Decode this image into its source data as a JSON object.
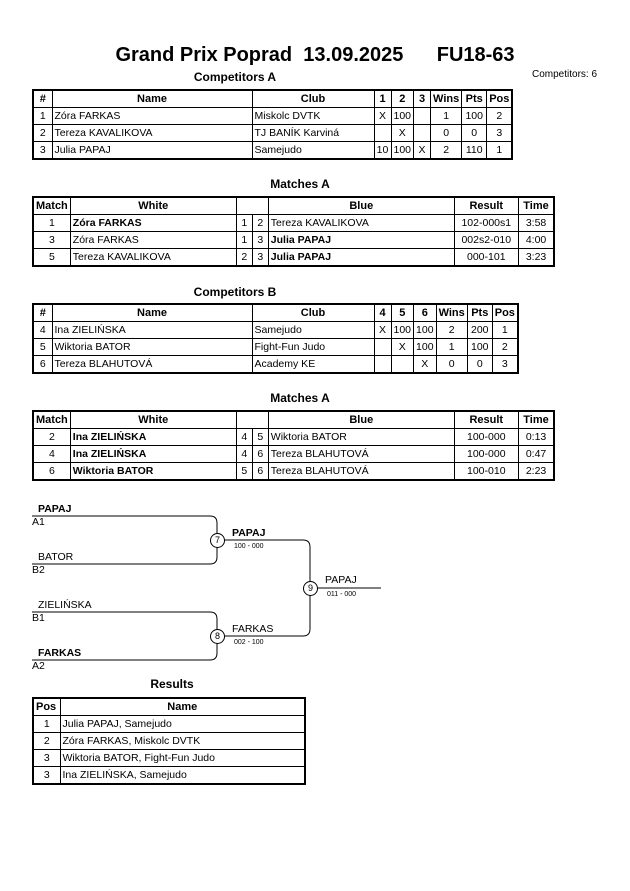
{
  "header": {
    "event": "Grand Prix Poprad",
    "date": "13.09.2025",
    "category": "FU18-63",
    "competitors_count": "Competitors: 6"
  },
  "competitors_a": {
    "title": "Competitors A",
    "headers": [
      "#",
      "Name",
      "Club",
      "1",
      "2",
      "3",
      "Wins",
      "Pts",
      "Pos"
    ],
    "rows": [
      [
        "1",
        "Zóra FARKAS",
        "Miskolc DVTK",
        "X",
        "100",
        "",
        "1",
        "100",
        "2"
      ],
      [
        "2",
        "Tereza KAVALIKOVA",
        "TJ BANÍK Karviná",
        "",
        "X",
        "",
        "0",
        "0",
        "3"
      ],
      [
        "3",
        "Julia PAPAJ",
        "Samejudo",
        "10",
        "100",
        "X",
        "2",
        "110",
        "1"
      ]
    ]
  },
  "matches_a": {
    "title": "Matches A",
    "headers": [
      "Match",
      "White",
      "Blue",
      "Result",
      "Time"
    ],
    "rows": [
      [
        "1",
        "Zóra FARKAS",
        "1",
        "2",
        "Tereza KAVALIKOVA",
        "102-000s1",
        "3:58"
      ],
      [
        "3",
        "Zóra FARKAS",
        "1",
        "3",
        "Julia PAPAJ",
        "002s2-010",
        "4:00"
      ],
      [
        "5",
        "Tereza KAVALIKOVA",
        "2",
        "3",
        "Julia PAPAJ",
        "000-101",
        "3:23"
      ]
    ]
  },
  "competitors_b": {
    "title": "Competitors B",
    "headers": [
      "#",
      "Name",
      "Club",
      "4",
      "5",
      "6",
      "Wins",
      "Pts",
      "Pos"
    ],
    "rows": [
      [
        "4",
        "Ina ZIELIŃSKA",
        "Samejudo",
        "X",
        "100",
        "100",
        "2",
        "200",
        "1"
      ],
      [
        "5",
        "Wiktoria BATOR",
        "Fight-Fun Judo",
        "",
        "X",
        "100",
        "1",
        "100",
        "2"
      ],
      [
        "6",
        "Tereza BLAHUTOVÁ",
        "Academy KE",
        "",
        "",
        "X",
        "0",
        "0",
        "3"
      ]
    ]
  },
  "matches_b": {
    "title": "Matches A",
    "headers": [
      "Match",
      "White",
      "Blue",
      "Result",
      "Time"
    ],
    "rows": [
      [
        "2",
        "Ina ZIELIŃSKA",
        "4",
        "5",
        "Wiktoria BATOR",
        "100-000",
        "0:13"
      ],
      [
        "4",
        "Ina ZIELIŃSKA",
        "4",
        "6",
        "Tereza BLAHUTOVÁ",
        "100-000",
        "0:47"
      ],
      [
        "6",
        "Wiktoria BATOR",
        "5",
        "6",
        "Tereza BLAHUTOVÁ",
        "100-010",
        "2:23"
      ]
    ]
  },
  "bracket": {
    "sf1_top": "PAPAJ",
    "sf1_top_seed": "A1",
    "sf1_bottom": "BATOR",
    "sf1_bottom_seed": "B2",
    "sf1_match": "7",
    "sf1_winner": "PAPAJ",
    "sf1_score": "100 - 000",
    "sf2_top": "ZIELIŃSKA",
    "sf2_top_seed": "B1",
    "sf2_bottom": "FARKAS",
    "sf2_bottom_seed": "A2",
    "sf2_match": "8",
    "sf2_winner": "FARKAS",
    "sf2_score": "002 - 100",
    "final_match": "9",
    "final_winner": "PAPAJ",
    "final_score": "011 - 000"
  },
  "results": {
    "title": "Results",
    "headers": [
      "Pos",
      "Name"
    ],
    "rows": [
      [
        "1",
        "Julia PAPAJ, Samejudo"
      ],
      [
        "2",
        "Zóra FARKAS, Miskolc DVTK"
      ],
      [
        "3",
        "Wiktoria BATOR, Fight-Fun Judo"
      ],
      [
        "3",
        "Ina ZIELIŃSKA, Samejudo"
      ]
    ]
  }
}
